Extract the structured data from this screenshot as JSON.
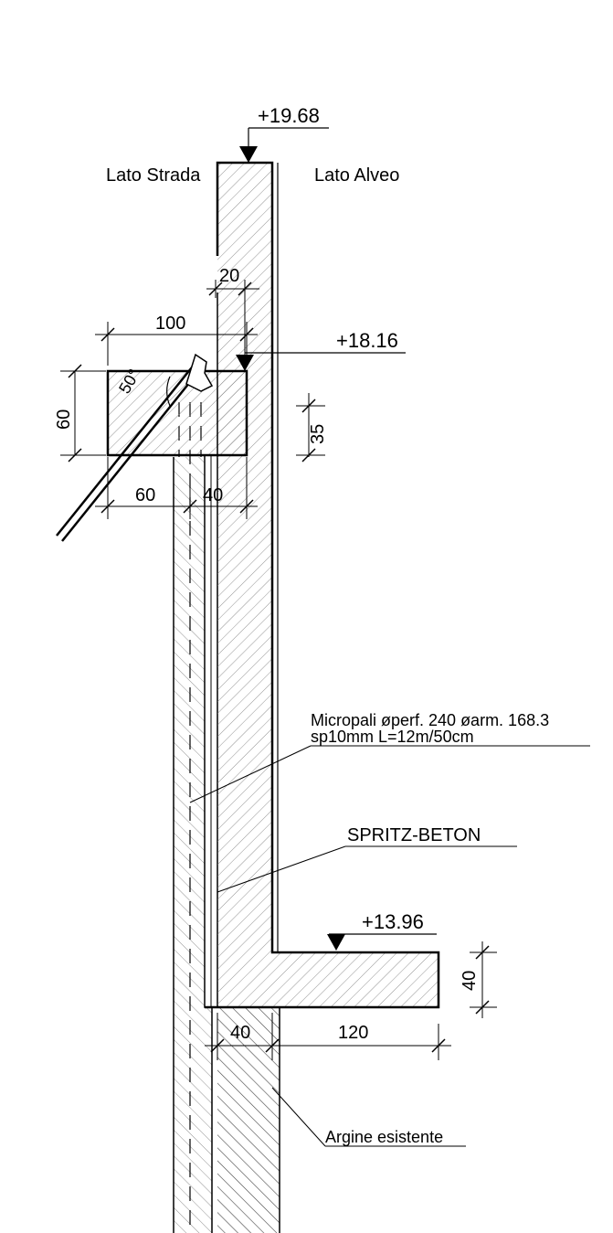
{
  "labels": {
    "elev_top": "+19.68",
    "elev_beam": "+18.16",
    "elev_base": "+13.96",
    "side_road": "Lato Strada",
    "side_river": "Lato Alveo",
    "micropile_line1": "Micropali øperf. 240 øarm. 168.3",
    "micropile_line2": "sp10mm L=12m/50cm",
    "shotcrete": "SPRITZ-BETON",
    "embankment": "Argine esistente",
    "angle": "50°"
  },
  "dimensions": {
    "wall_thickness": "20",
    "beam_width": "100",
    "beam_height": "60",
    "beam_step": "35",
    "beam_left": "60",
    "beam_right": "40",
    "base_height": "40",
    "base_left": "40",
    "base_right": "120"
  },
  "colors": {
    "line": "#000000",
    "hatch": "#555555",
    "background": "#ffffff"
  }
}
